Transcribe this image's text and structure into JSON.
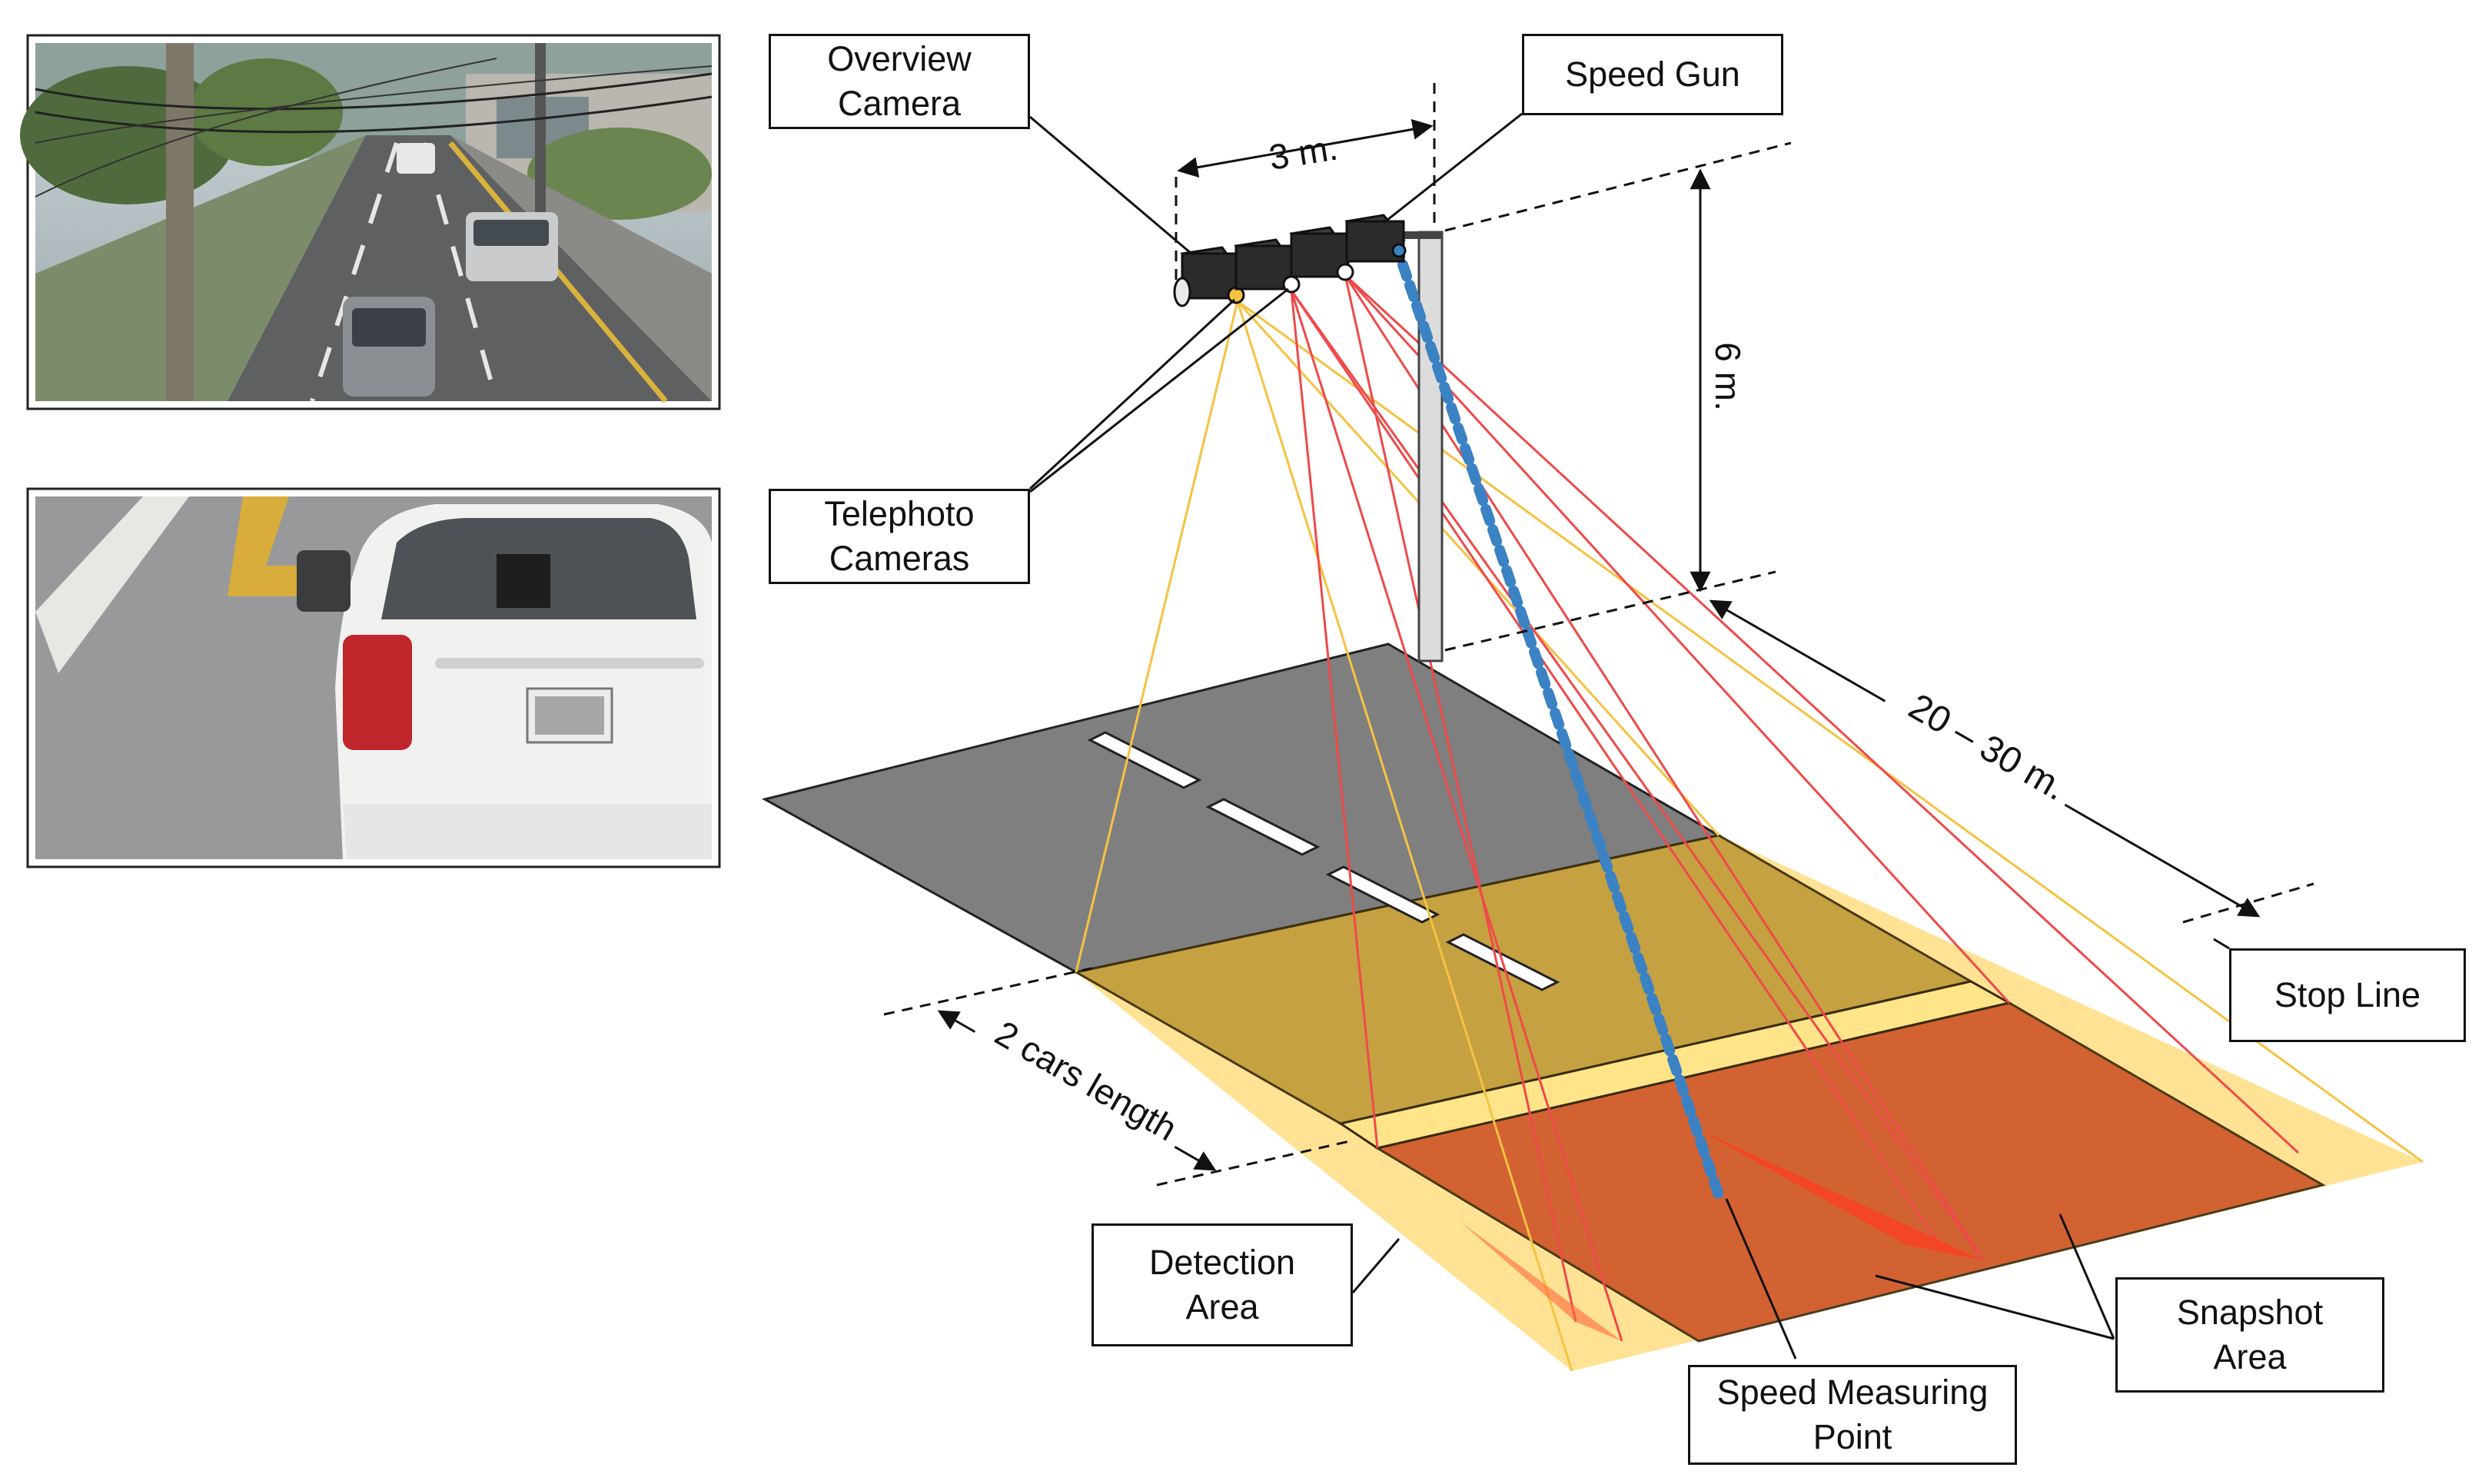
{
  "photos": {
    "overview": "Overview camera view of a city street",
    "telephoto": "Telephoto camera close-up of a white car"
  },
  "labels": {
    "overview_camera": "Overview\nCamera",
    "speed_gun": "Speed Gun",
    "telephoto_cameras": "Telephoto\nCameras",
    "stop_line": "Stop Line",
    "detection_area": "Detection\nArea",
    "snapshot_area": "Snapshot\nArea",
    "speed_measuring_point": "Speed Measuring\nPoint"
  },
  "dimensions": {
    "width": "3 m.",
    "height": "6 m.",
    "distance": "20 – 30 m.",
    "detection_length": "2 cars length"
  },
  "colors": {
    "road": "#7f7f7f",
    "detection_fill": "#d9b23c",
    "snapshot_fill": "#e0582a",
    "overview_rays": "#f6c242",
    "telephoto_rays": "#ee4a4a",
    "speed_gun_beam": "#3b82c4"
  }
}
